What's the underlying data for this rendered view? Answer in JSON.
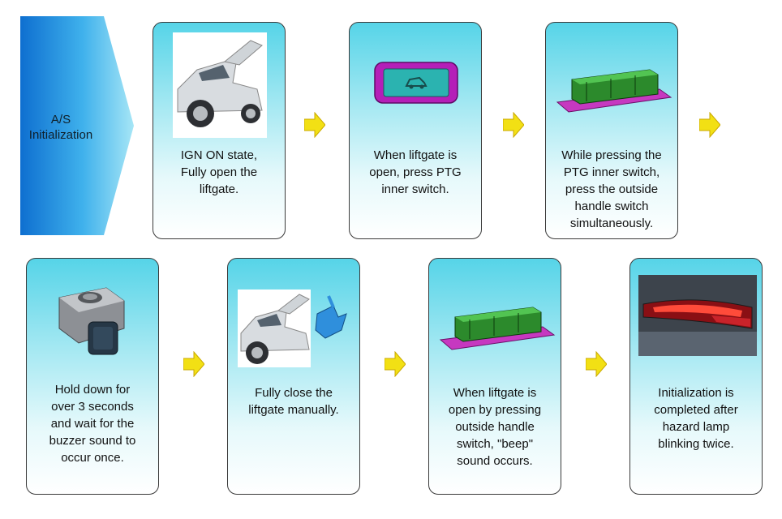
{
  "title": {
    "label": "A/S\nInitialization",
    "color": "#1a7fd8"
  },
  "arrow_color": "#f2e014",
  "steps": [
    {
      "text": "IGN ON state,\nFully open the\nliftgate.",
      "icon": "car-open-liftgate-icon"
    },
    {
      "text": "When liftgate is\nopen, press PTG\ninner switch.",
      "icon": "ptg-inner-switch-icon"
    },
    {
      "text": "While pressing the\nPTG inner switch,\npress the outside\nhandle switch\nsimultaneously.",
      "icon": "handle-switch-module-icon"
    },
    {
      "text": "Hold down for\nover 3 seconds\nand wait for the\nbuzzer sound to\noccur once.",
      "icon": "buzzer-icon"
    },
    {
      "text": "Fully close the\nliftgate manually.",
      "icon": "car-closing-liftgate-icon"
    },
    {
      "text": "When liftgate is\nopen by pressing\noutside handle\nswitch, \"beep\"\nsound occurs.",
      "icon": "handle-switch-module-icon"
    },
    {
      "text": "Initialization is\ncompleted after\nhazard lamp\nblinking twice.",
      "icon": "tail-lamp-icon"
    }
  ]
}
